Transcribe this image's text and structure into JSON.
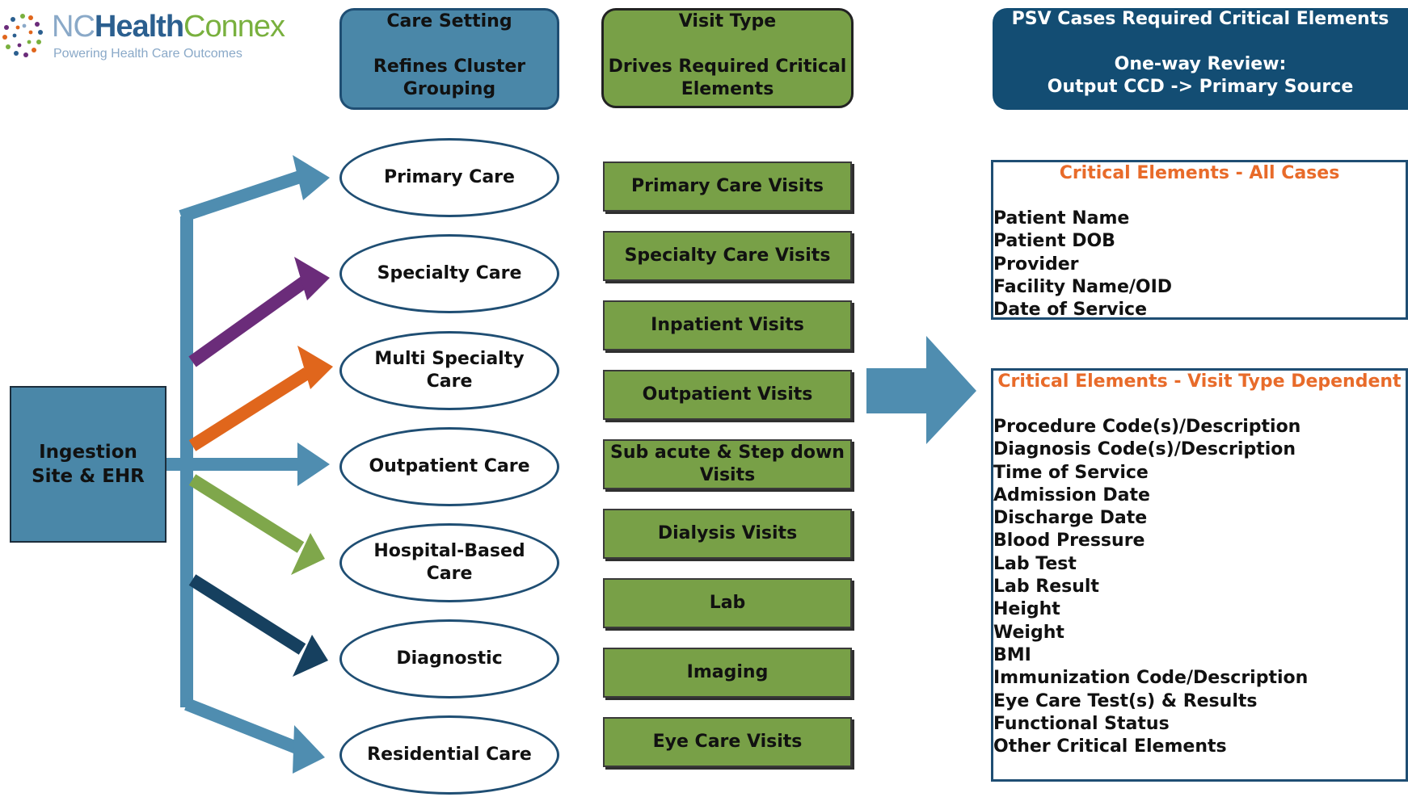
{
  "logo": {
    "nc": "NC",
    "health": "Health",
    "connex": "Connex",
    "tagline": "Powering Health Care Outcomes"
  },
  "headers": {
    "care_setting": {
      "title": "Care Setting",
      "subtitle": "Refines Cluster Grouping"
    },
    "visit_type": {
      "title": "Visit Type",
      "subtitle": "Drives Required Critical Elements"
    },
    "psv": {
      "title": "PSV Cases Required Critical Elements",
      "subtitle_line1": "One-way Review:",
      "subtitle_line2": "Output CCD -> Primary Source"
    }
  },
  "ingestion": "Ingestion Site & EHR",
  "care_settings": [
    "Primary Care",
    "Specialty Care",
    "Multi Specialty Care",
    "Outpatient Care",
    "Hospital-Based Care",
    "Diagnostic",
    "Residential Care"
  ],
  "visit_types": [
    "Primary Care Visits",
    "Specialty Care Visits",
    "Inpatient Visits",
    "Outpatient Visits",
    "Sub acute & Step down Visits",
    "Dialysis Visits",
    "Lab",
    "Imaging",
    "Eye Care Visits"
  ],
  "critical_all": {
    "title": "Critical Elements - All Cases",
    "items": [
      "Patient Name",
      "Patient DOB",
      "Provider",
      "Facility Name/OID",
      "Date of Service"
    ]
  },
  "critical_dependent": {
    "title": "Critical Elements - Visit Type Dependent",
    "items": [
      "Procedure Code(s)/Description",
      "Diagnosis Code(s)/Description",
      "Time of Service",
      "Admission Date",
      "Discharge Date",
      "Blood Pressure",
      "Lab Test",
      "Lab Result",
      "Height",
      "Weight",
      "BMI",
      "Immunization Code/Description",
      "Eye Care Test(s) & Results",
      "Functional Status",
      "Other Critical Elements"
    ]
  },
  "colors": {
    "steel_blue": "#4a87a8",
    "olive_green": "#78a047",
    "navy": "#134d73",
    "purple": "#6b2c7a",
    "orange": "#e0661c",
    "light_green": "#7fa74b",
    "dark_navy": "#16405f",
    "accent_orange": "#e86b2a"
  }
}
